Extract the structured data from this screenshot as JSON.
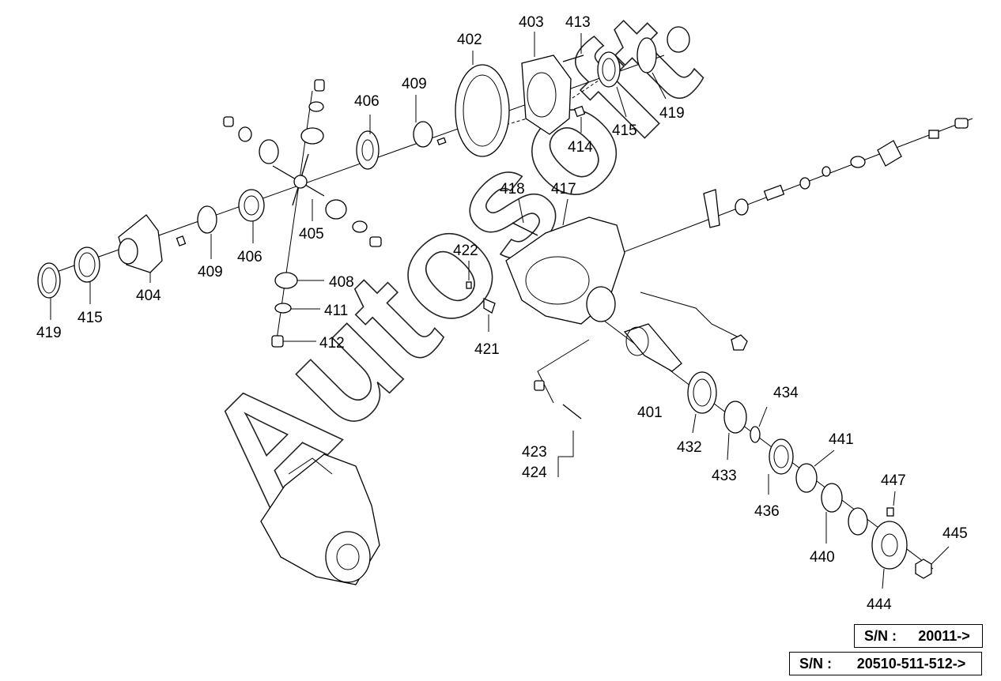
{
  "watermark": "Autosoft",
  "part_labels": [
    {
      "id": "l401",
      "text": "401"
    },
    {
      "id": "l402",
      "text": "402"
    },
    {
      "id": "l403",
      "text": "403"
    },
    {
      "id": "l404",
      "text": "404"
    },
    {
      "id": "l405",
      "text": "405"
    },
    {
      "id": "l406a",
      "text": "406"
    },
    {
      "id": "l406b",
      "text": "406"
    },
    {
      "id": "l408",
      "text": "408"
    },
    {
      "id": "l409a",
      "text": "409"
    },
    {
      "id": "l409b",
      "text": "409"
    },
    {
      "id": "l411",
      "text": "411"
    },
    {
      "id": "l412",
      "text": "412"
    },
    {
      "id": "l413",
      "text": "413"
    },
    {
      "id": "l414",
      "text": "414"
    },
    {
      "id": "l415a",
      "text": "415"
    },
    {
      "id": "l415b",
      "text": "415"
    },
    {
      "id": "l417",
      "text": "417"
    },
    {
      "id": "l418",
      "text": "418"
    },
    {
      "id": "l419a",
      "text": "419"
    },
    {
      "id": "l419b",
      "text": "419"
    },
    {
      "id": "l421",
      "text": "421"
    },
    {
      "id": "l422",
      "text": "422"
    },
    {
      "id": "l423",
      "text": "423"
    },
    {
      "id": "l424",
      "text": "424"
    },
    {
      "id": "l432",
      "text": "432"
    },
    {
      "id": "l433",
      "text": "433"
    },
    {
      "id": "l434",
      "text": "434"
    },
    {
      "id": "l436",
      "text": "436"
    },
    {
      "id": "l440",
      "text": "440"
    },
    {
      "id": "l441",
      "text": "441"
    },
    {
      "id": "l444",
      "text": "444"
    },
    {
      "id": "l445",
      "text": "445"
    },
    {
      "id": "l447",
      "text": "447"
    }
  ],
  "serial_boxes": [
    {
      "key": "S/N :",
      "value": "20011->"
    },
    {
      "key": "S/N :",
      "value": "20510-511-512->"
    }
  ]
}
